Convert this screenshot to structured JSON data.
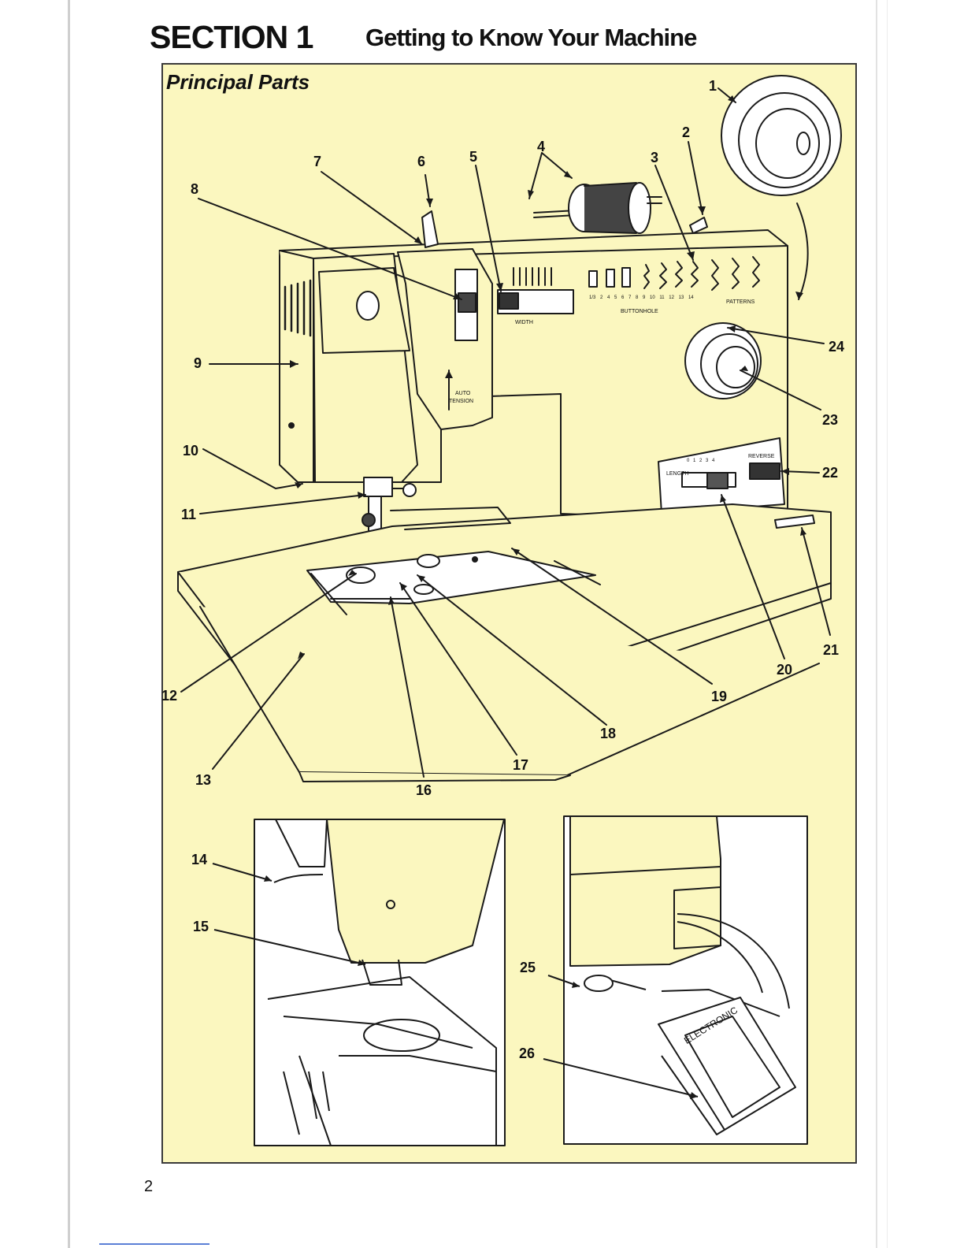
{
  "header": {
    "section_label": "SECTION 1",
    "section_title": "Getting to Know Your Machine"
  },
  "panel": {
    "title": "Principal Parts"
  },
  "machine_labels": {
    "width": "WIDTH",
    "buttonhole": "BUTTONHOLE",
    "patterns": "PATTERNS",
    "pattern_numbers": "1/3  2  4  5  6  7  8  9  10  11  12  13  14",
    "auto_tension_line1": "AUTO",
    "auto_tension_line2": "TENSION",
    "length": "LENGTH",
    "length_scale": "0  1  2  3  4",
    "reverse": "REVERSE",
    "pedal": "ELECTRONIC"
  },
  "callouts": [
    "1",
    "2",
    "3",
    "4",
    "5",
    "6",
    "7",
    "8",
    "9",
    "10",
    "11",
    "12",
    "13",
    "14",
    "15",
    "16",
    "17",
    "18",
    "19",
    "20",
    "21",
    "22",
    "23",
    "24",
    "25",
    "26"
  ],
  "footer": {
    "page_number": "2"
  },
  "colors": {
    "panel_fill": "#fbf7bf",
    "line": "#1a1a1a"
  }
}
